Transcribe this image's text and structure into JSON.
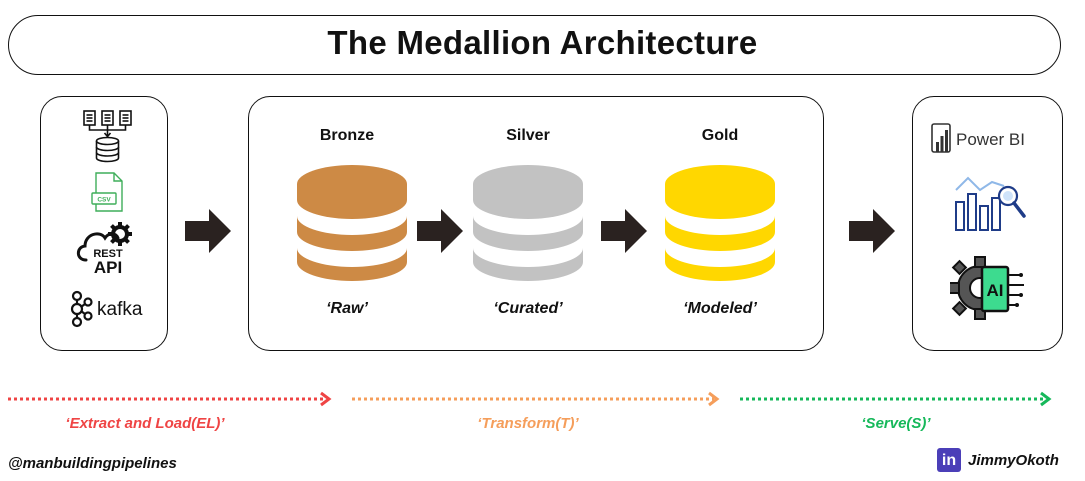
{
  "title": "The Medallion Architecture",
  "sources": {
    "icons": [
      "files-to-database-icon",
      "csv-file-icon",
      "rest-api-icon",
      "kafka-icon"
    ],
    "csv_label": "CSV",
    "rest_label_top": "REST",
    "rest_label_bottom": "API",
    "kafka_label": "kafka"
  },
  "layers": [
    {
      "name": "Bronze",
      "subtitle": "‘Raw’",
      "color": "#CD8A45"
    },
    {
      "name": "Silver",
      "subtitle": "‘Curated’",
      "color": "#C2C2C2"
    },
    {
      "name": "Gold",
      "subtitle": "‘Modeled’",
      "color": "#FFD700"
    }
  ],
  "serve": {
    "icons": [
      "power-bi-icon",
      "analytics-chart-icon",
      "ai-chip-icon"
    ],
    "powerbi_label": "Power BI",
    "ai_label": "AI"
  },
  "stages": [
    {
      "label": "‘Extract and Load(EL)’",
      "color": "#EF4444"
    },
    {
      "label": "‘Transform(T)’",
      "color": "#F59E5B"
    },
    {
      "label": "‘Serve(S)’",
      "color": "#16B85A"
    }
  ],
  "footer": {
    "left": "@manbuildingpipelines",
    "right": "JimmyOkoth",
    "linkedin_label": "in"
  },
  "colors": {
    "arrow": "#2A2220",
    "text": "#111111",
    "linkedin": "#4B3FB8"
  }
}
